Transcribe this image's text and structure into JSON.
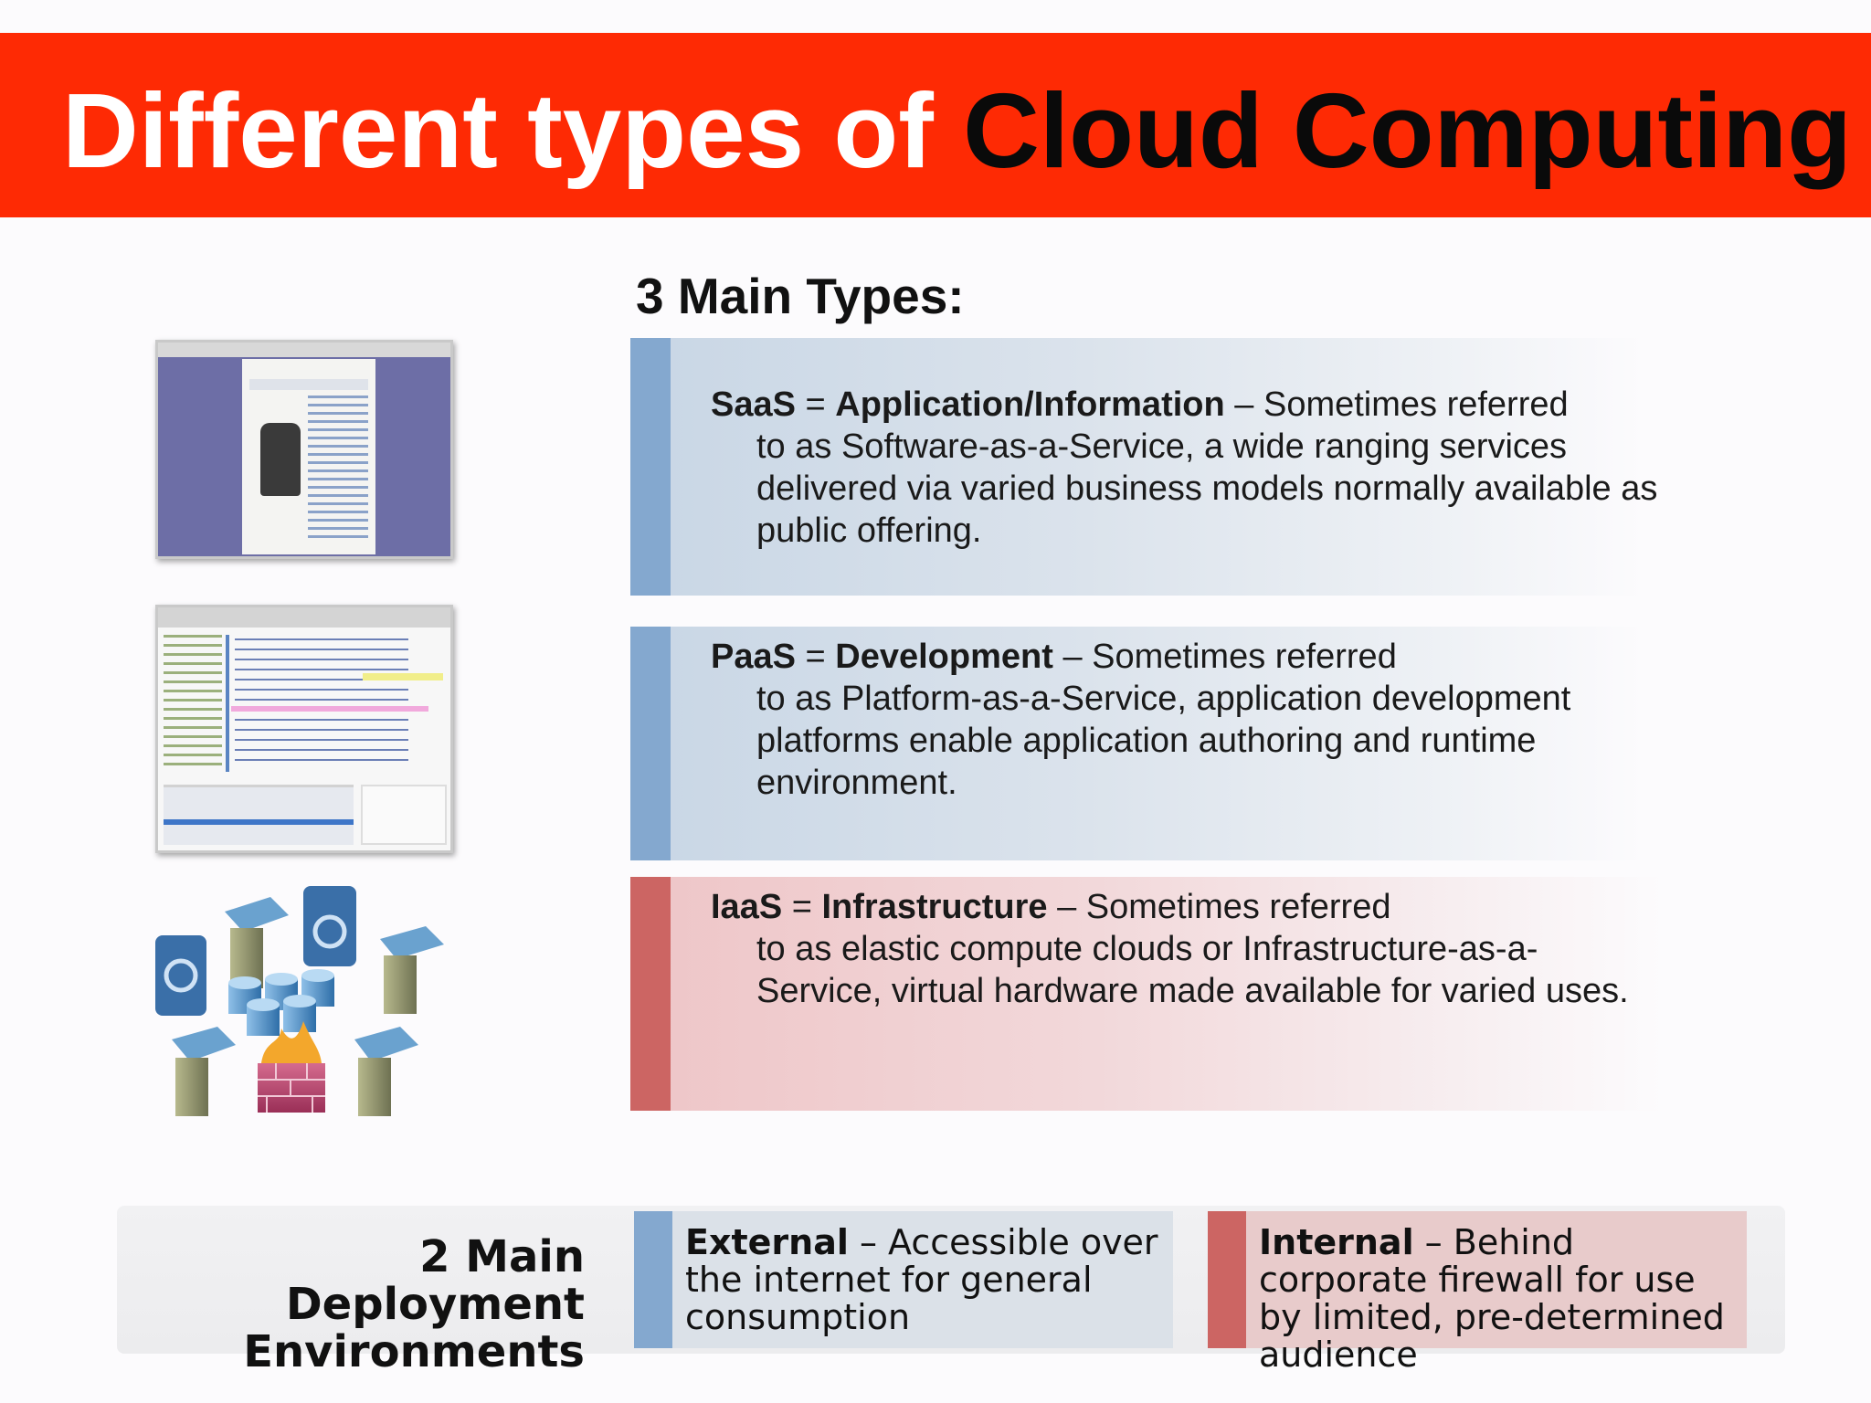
{
  "title": {
    "part1": "Different types of ",
    "part2": "Cloud Computing"
  },
  "types_heading": "3 Main Types:",
  "types": [
    {
      "abbr": "SaaS",
      "eq": " = ",
      "name": "Application/Information",
      "lead_rest": " – Sometimes referred",
      "description": "to as Software-as-a-Service, a wide ranging services delivered via varied business models normally available as public offering.",
      "bar_color": "#84a8cf"
    },
    {
      "abbr": "PaaS",
      "eq": " = ",
      "name": "Development",
      "lead_rest": " – Sometimes referred",
      "description": "to as Platform-as-a-Service, application development platforms enable application authoring and runtime environment.",
      "bar_color": "#84a8cf"
    },
    {
      "abbr": "IaaS",
      "eq": " = ",
      "name": "Infrastructure",
      "lead_rest": " – Sometimes referred",
      "description": "to as elastic compute clouds or Infrastructure-as-a-Service, virtual hardware made available for varied uses.",
      "bar_color": "#cc6563"
    }
  ],
  "deployment": {
    "heading": "2 Main Deployment Environments",
    "external": {
      "label": "External",
      "text": " – Accessible over the internet for general consumption"
    },
    "internal": {
      "label": "Internal",
      "text": " – Behind corporate firewall for use by limited, pre-determined audience"
    }
  },
  "images": {
    "saas_image": "browser-screenshot-icon",
    "paas_image": "ide-screenshot-icon",
    "iaas_image": "infrastructure-servers-icon"
  },
  "colors": {
    "banner": "#fe2a04",
    "blue_accent": "#84a8cf",
    "red_accent": "#cc6563"
  }
}
